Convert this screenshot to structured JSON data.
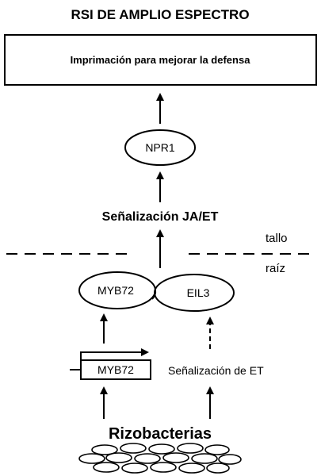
{
  "title": "RSI DE AMPLIO ESPECTRO",
  "box_text": "Imprimación para mejorar la defensa",
  "npr1": "NPR1",
  "signal_ja_et": "Señalización JA/ET",
  "tallo": "tallo",
  "raiz": "raíz",
  "myb72_protein": "MYB72",
  "eil3": "EIL3",
  "myb72_gene": "MYB72",
  "signal_et": "Señalización de ET",
  "rhizobacteria": "Rizobacterias"
}
